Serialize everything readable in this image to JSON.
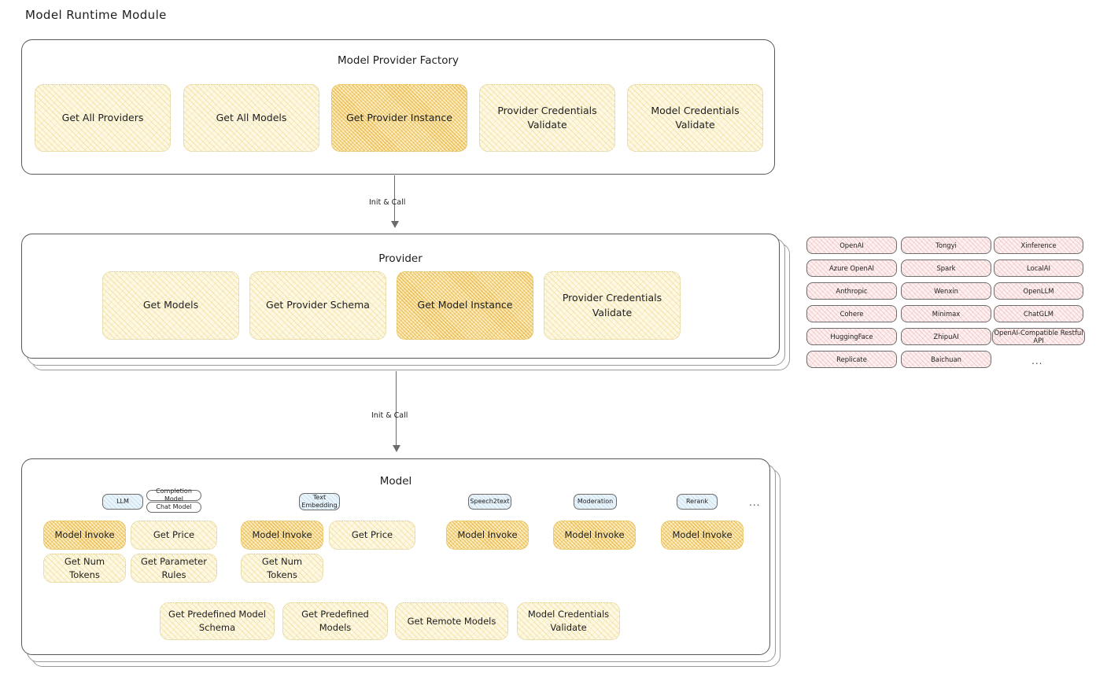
{
  "page": {
    "title": "Model Runtime Module"
  },
  "connectors": [
    {
      "label": "Init & Call"
    },
    {
      "label": "Init & Call"
    }
  ],
  "factory": {
    "title": "Model Provider Factory",
    "nodes": [
      {
        "label": "Get All Providers",
        "highlight": false
      },
      {
        "label": "Get All Models",
        "highlight": false
      },
      {
        "label": "Get Provider Instance",
        "highlight": true
      },
      {
        "label": "Provider Credentials Validate",
        "highlight": false
      },
      {
        "label": "Model Credentials Validate",
        "highlight": false
      }
    ]
  },
  "provider": {
    "title": "Provider",
    "nodes": [
      {
        "label": "Get Models",
        "highlight": false
      },
      {
        "label": "Get Provider Schema",
        "highlight": false
      },
      {
        "label": "Get Model Instance",
        "highlight": true
      },
      {
        "label": "Provider Credentials Validate",
        "highlight": false
      }
    ]
  },
  "provider_list": {
    "columns": [
      [
        "OpenAI",
        "Azure OpenAI",
        "Anthropic",
        "Cohere",
        "HuggingFace",
        "Replicate"
      ],
      [
        "Tongyi",
        "Spark",
        "Wenxin",
        "Minimax",
        "ZhipuAI",
        "Baichuan"
      ],
      [
        "Xinference",
        "LocalAI",
        "OpenLLM",
        "ChatGLM",
        "OpenAI-Compatible Restful API"
      ]
    ],
    "more": "..."
  },
  "model": {
    "title": "Model",
    "more": "...",
    "types": [
      {
        "badge": "LLM",
        "sub_badges": [
          "Completion Model",
          "Chat Model"
        ],
        "nodes": [
          {
            "label": "Model Invoke",
            "highlight": true
          },
          {
            "label": "Get Price",
            "highlight": false
          },
          {
            "label": "Get Num Tokens",
            "highlight": false
          },
          {
            "label": "Get Parameter Rules",
            "highlight": false
          }
        ]
      },
      {
        "badge": "Text Embedding",
        "sub_badges": [],
        "nodes": [
          {
            "label": "Model Invoke",
            "highlight": true
          },
          {
            "label": "Get Price",
            "highlight": false
          },
          {
            "label": "Get Num Tokens",
            "highlight": false
          }
        ]
      },
      {
        "badge": "Speech2text",
        "sub_badges": [],
        "nodes": [
          {
            "label": "Model Invoke",
            "highlight": true
          }
        ]
      },
      {
        "badge": "Moderation",
        "sub_badges": [],
        "nodes": [
          {
            "label": "Model Invoke",
            "highlight": true
          }
        ]
      },
      {
        "badge": "Rerank",
        "sub_badges": [],
        "nodes": [
          {
            "label": "Model Invoke",
            "highlight": true
          }
        ]
      }
    ],
    "common_nodes": [
      {
        "label": "Get Predefined Model Schema"
      },
      {
        "label": "Get Predefined Models"
      },
      {
        "label": "Get Remote Models"
      },
      {
        "label": "Model Credentials Validate"
      }
    ]
  },
  "colors": {
    "node_fill": "#fdf8e3",
    "node_highlight_fill": "#fbeec4",
    "chip_fill": "#fdf0f0",
    "badge_fill": "#eaf4fb",
    "stroke": "#575757"
  }
}
